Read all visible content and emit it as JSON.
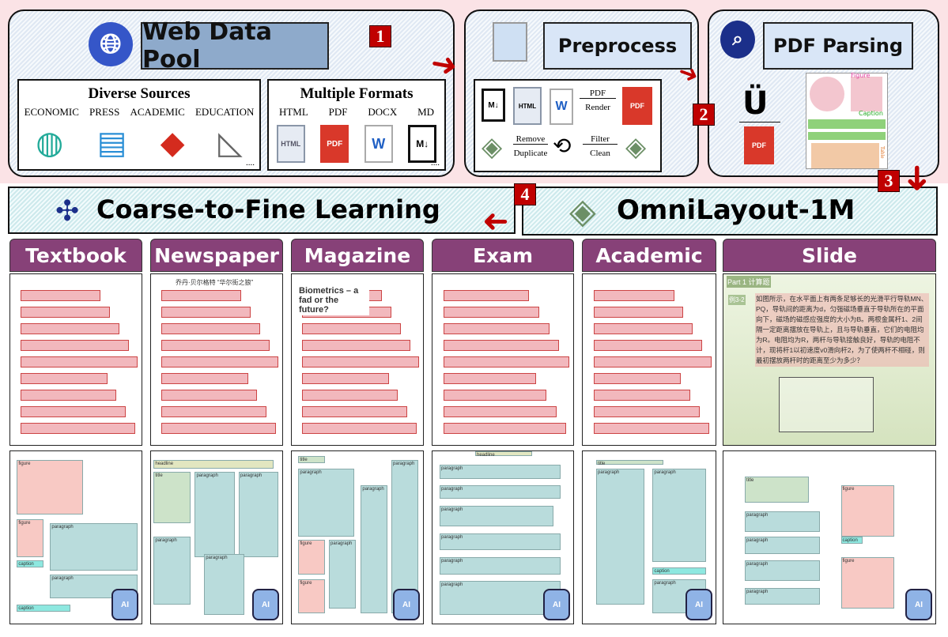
{
  "web_data_pool": {
    "title": "Web Data Pool",
    "step": "1",
    "sources": {
      "title": "Diverse Sources",
      "items": [
        "ECONOMIC",
        "PRESS",
        "ACADEMIC",
        "EDUCATION"
      ],
      "more": "...."
    },
    "formats": {
      "title": "Multiple Formats",
      "items": [
        "HTML",
        "PDF",
        "DOCX",
        "MD"
      ],
      "more": "...."
    }
  },
  "preprocess": {
    "title": "Preprocess",
    "step": "2",
    "pdf_render": [
      "PDF",
      "Render"
    ],
    "remove_duplicate": [
      "Remove",
      "Duplicate"
    ],
    "filter_clean": [
      "Filter",
      "Clean"
    ],
    "icon_labels": {
      "html": "HTML",
      "pdf": "PDF",
      "word": "W",
      "md": "M↓"
    }
  },
  "pdf_parsing": {
    "title": "PDF Parsing",
    "step": "3",
    "labels": {
      "figure": "Figure",
      "caption": "Caption",
      "table": "Table",
      "pdf": "PDF"
    }
  },
  "learning": {
    "title": "Coarse-to-Fine Learning",
    "step": "4"
  },
  "dataset": {
    "title": "OmniLayout-1M"
  },
  "categories": [
    {
      "label": "Textbook",
      "color": "#874178"
    },
    {
      "label": "Newspaper",
      "color": "#874178"
    },
    {
      "label": "Magazine",
      "color": "#874178"
    },
    {
      "label": "Exam",
      "color": "#874178"
    },
    {
      "label": "Academic",
      "color": "#874178"
    },
    {
      "label": "Slide",
      "color": "#874178"
    }
  ],
  "samples": {
    "magazine_title": "Biometrics – a fad or the future?",
    "newspaper_headline": "乔丹·贝尔格特 “华尔街之狼”",
    "slide_header": "Part 1  计算题",
    "slide_text": "如图所示，在水平面上有两条足够长的光滑平行导轨MN、PQ，导轨间的距离为d，匀强磁场垂直于导轨所在的平面向下，磁场的磁感应强度的大小为B。两根金属杆1、2间隔一定距离摆放在导轨上，且与导轨垂直，它们的电阻均为R。电阻均为R，两杆与导轨接触良好，导轨的电阻不计，现将杆1以初速度v0滑向杆2，为了使两杆不相碰，则最初摆放两杆时的距离至少为多少？",
    "slide_label": "例3-2",
    "ai_badge": "AI",
    "layout_labels": {
      "figure": "figure",
      "caption": "caption",
      "paragraph": "paragraph",
      "title": "title",
      "headline": "headline"
    }
  },
  "colors": {
    "accent_red": "#c00000",
    "category_purple": "#874178",
    "figure_box": "#f8c9c4",
    "paragraph_box": "#b9dcdc",
    "caption_box": "#8ee8e0",
    "title_box": "#cde3c9"
  }
}
